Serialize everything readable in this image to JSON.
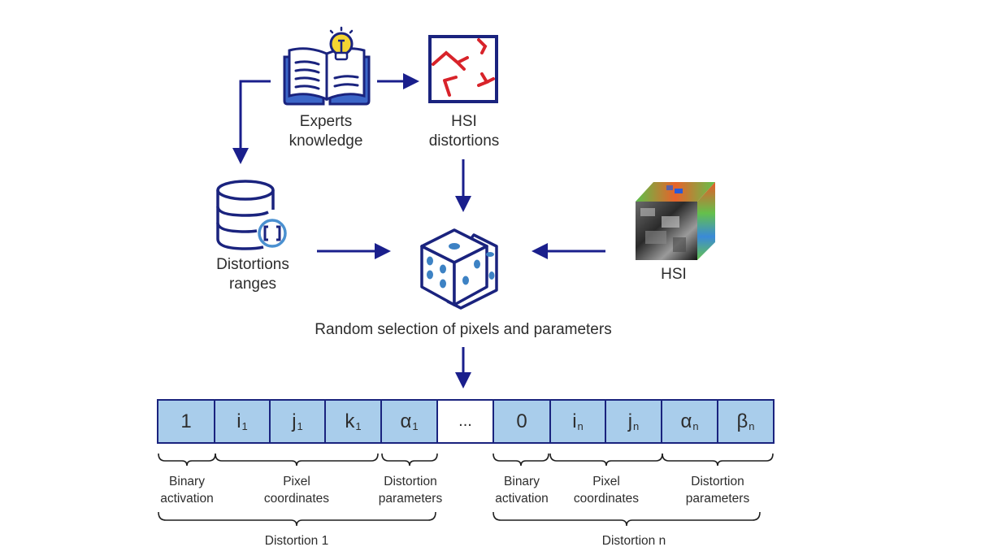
{
  "colors": {
    "arrow": "#1a1f8c",
    "cell_fill": "#a9cdeb",
    "cell_border": "#1a237e",
    "distortion_red": "#d8232a",
    "bulb_yellow": "#f5d631",
    "dice_dot": "#3d82c4"
  },
  "nodes": {
    "experts": {
      "icon": "book-lightbulb-icon",
      "line1": "Experts",
      "line2": "knowledge"
    },
    "hsi_distortions": {
      "icon": "distortion-map-icon",
      "line1": "HSI",
      "line2": "distortions"
    },
    "ranges": {
      "icon": "database-brackets-icon",
      "line1": "Distortions",
      "line2": "ranges"
    },
    "random": {
      "icon": "dice-icon",
      "label": "Random selection of pixels and parameters"
    },
    "hsi": {
      "icon": "hyperspectral-cube-icon",
      "label": "HSI"
    }
  },
  "vector": {
    "cells": [
      {
        "base": "1",
        "sub": ""
      },
      {
        "base": "i",
        "sub": "1"
      },
      {
        "base": "j",
        "sub": "1"
      },
      {
        "base": "k",
        "sub": "1"
      },
      {
        "base": "α",
        "sub": "1"
      },
      {
        "base": "...",
        "sub": "",
        "empty": true
      },
      {
        "base": "0",
        "sub": ""
      },
      {
        "base": "i",
        "sub": "n"
      },
      {
        "base": "j",
        "sub": "n"
      },
      {
        "base": "α",
        "sub": "n"
      },
      {
        "base": "β",
        "sub": "n"
      }
    ],
    "groups": [
      {
        "line1": "Binary",
        "line2": "activation"
      },
      {
        "line1": "Pixel",
        "line2": "coordinates"
      },
      {
        "line1": "Distortion",
        "line2": "parameters"
      },
      {
        "line1": "Binary",
        "line2": "activation"
      },
      {
        "line1": "Pixel",
        "line2": "coordinates"
      },
      {
        "line1": "Distortion",
        "line2": "parameters"
      }
    ],
    "distortions": [
      "Distortion 1",
      "Distortion n"
    ]
  }
}
